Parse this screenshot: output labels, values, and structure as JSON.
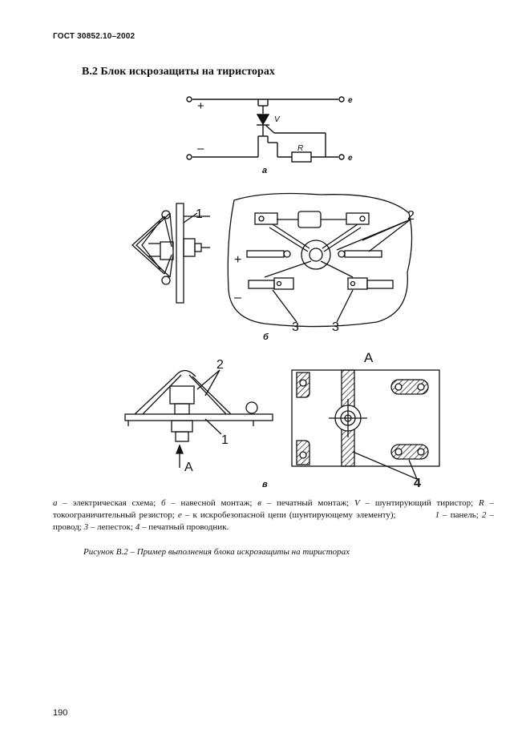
{
  "header": {
    "standard": "ГОСТ 30852.10–2002"
  },
  "section_title": "В.2 Блок искрозащиты на тиристорах",
  "schematic": {
    "plus": "+",
    "minus": "–",
    "thyristor": "V",
    "resistor": "R",
    "terminal": "е"
  },
  "sub_labels": {
    "a": "а",
    "b": "б",
    "c": "в"
  },
  "callouts": {
    "n1": "1",
    "n2": "2",
    "n3": "3",
    "n4": "4",
    "view_a": "А"
  },
  "legend": {
    "a_key": "а",
    "a_text": " – электрическая схема; ",
    "b_key": "б",
    "b_text": " – навесной монтаж; ",
    "c_key": "в",
    "c_text": " – печатный монтаж; ",
    "v_key": "V",
    "v_text": " – шунтирующий тиристор; ",
    "r_key": "R",
    "r_text": " – токоограничительный резистор; ",
    "e_key": "е",
    "e_text": "  – к искробезопасной цепи (шунтирующему элементу);",
    "n1_key": "1",
    "n1_text": " – панель; ",
    "n2_key": "2",
    "n2_text": " – провод; ",
    "n3_key": "3",
    "n3_text": " – лепесток; ",
    "n4_key": "4",
    "n4_text": " – печатный проводник."
  },
  "caption": "Рисунок В.2 – Пример выполнения блока искрозащиты на тиристорах",
  "page_number": "190"
}
